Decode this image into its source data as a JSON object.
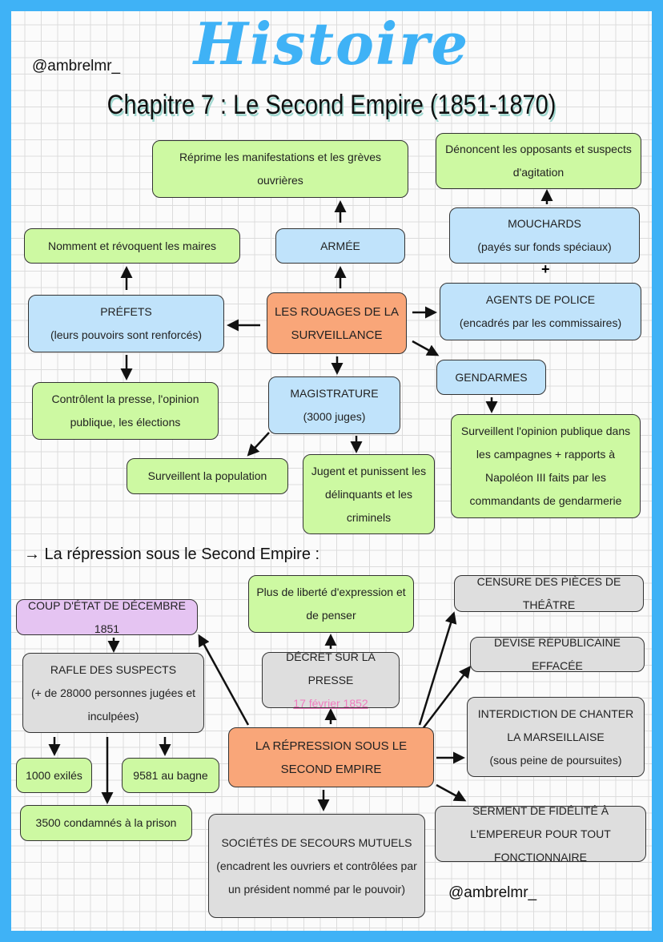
{
  "header": {
    "handle": "@ambrelmr_",
    "title": "Histoire",
    "chapter": "Chapitre 7 : Le Second Empire (1851-1870)"
  },
  "surveillance": {
    "center": "LES ROUAGES DE LA SURVEILLANCE",
    "armee": "ARMÉE",
    "armee_role": "Réprime les manifestations et les grèves ouvrières",
    "mouchards": "MOUCHARDS",
    "mouchards_note": "(payés sur fonds spéciaux)",
    "mouchards_role": "Dénoncent les opposants et suspects d'agitation",
    "plus": "+",
    "police": "AGENTS DE POLICE",
    "police_note": "(encadrés par les commissaires)",
    "prefets": "PRÉFETS",
    "prefets_note": "(leurs pouvoirs sont renforcés)",
    "prefets_role1": "Nomment et révoquent les maires",
    "prefets_role2": "Contrôlent la presse, l'opinion publique, les élections",
    "gendarmes": "GENDARMES",
    "gendarmes_role": "Surveillent l'opinion publique dans les campagnes + rapports à Napoléon III faits par les commandants de gendarmerie",
    "magistrature": "MAGISTRATURE",
    "magistrature_note": "(3000 juges)",
    "magistrature_role1": "Surveillent la population",
    "magistrature_role2": "Jugent et punissent les délinquants et les criminels"
  },
  "repression": {
    "heading": "→ La répression sous le Second Empire :",
    "center": "LA RÉPRESSION SOUS LE SECOND EMPIRE",
    "coup": "COUP D'ÉTAT DE DÉCEMBRE 1851",
    "rafle": "RAFLE DES SUSPECTS",
    "rafle_note": "(+ de 28000 personnes jugées et inculpées)",
    "exiles": "1000 exilés",
    "bagne": "9581 au bagne",
    "prison": "3500 condamnés à la prison",
    "decret": "DÉCRET SUR LA PRESSE",
    "decret_date": "17 février 1852",
    "liberte": "Plus de liberté d'expression et de penser",
    "censure": "CENSURE DES PIÈCES DE THÉÂTRE",
    "devise": "DEVISE RÉPUBLICAINE EFFACÉE",
    "interdiction": "INTERDICTION DE CHANTER LA MARSEILLAISE",
    "interdiction_note": "(sous peine de poursuites)",
    "serment": "SERMENT DE FIDÉLITÉ À L'EMPEREUR POUR TOUT FONCTIONNAIRE",
    "societes": "SOCIÉTÉS DE SECOURS MUTUELS",
    "societes_note": "(encadrent les ouvriers et contrôlées par un président nommé par le pouvoir)"
  },
  "colors": {
    "frame": "#3fb2f6",
    "green": "#cdf9a2",
    "blue": "#c0e3fb",
    "orange": "#f9a679",
    "purple": "#e5c4f2",
    "gray": "#dedede"
  }
}
